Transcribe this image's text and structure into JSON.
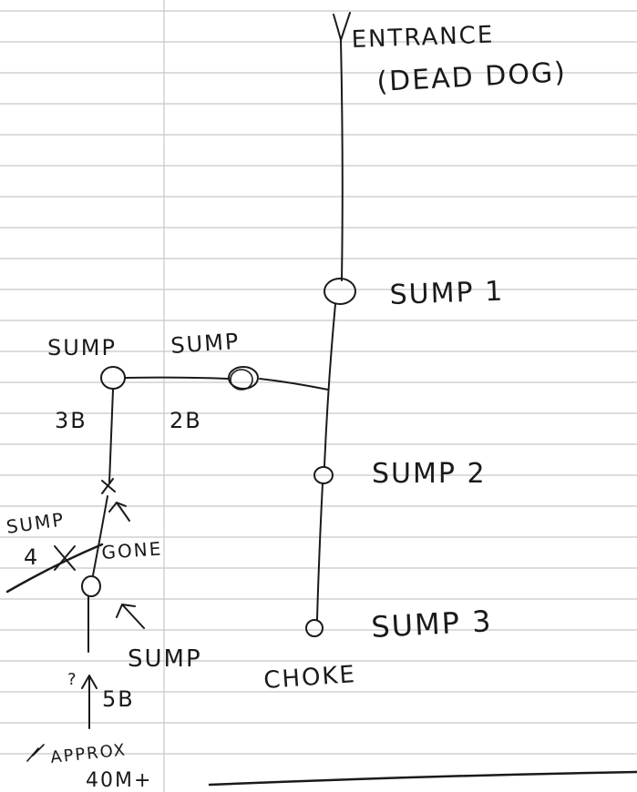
{
  "paper": {
    "rule_color": "#b8b8b8",
    "margin_color": "#c9c9c9",
    "ink_color": "#1a1a1a"
  },
  "labels": {
    "entrance": "ENTRANCE",
    "dead_dog": "(DEAD DOG)",
    "sump1": "SUMP 1",
    "sump2": "SUMP 2",
    "sump3": "SUMP 3",
    "choke": "CHOKE",
    "sump3b": "SUMP",
    "sump3b_code": "3B",
    "sump2b": "SUMP",
    "sump2b_code": "2B",
    "sump4": "SUMP",
    "sump4_num": "4",
    "gone": "GONE",
    "sump5b": "SUMP",
    "sump5b_code": "5B",
    "question": "?",
    "approx": "APPROX",
    "depth": "40M+"
  }
}
